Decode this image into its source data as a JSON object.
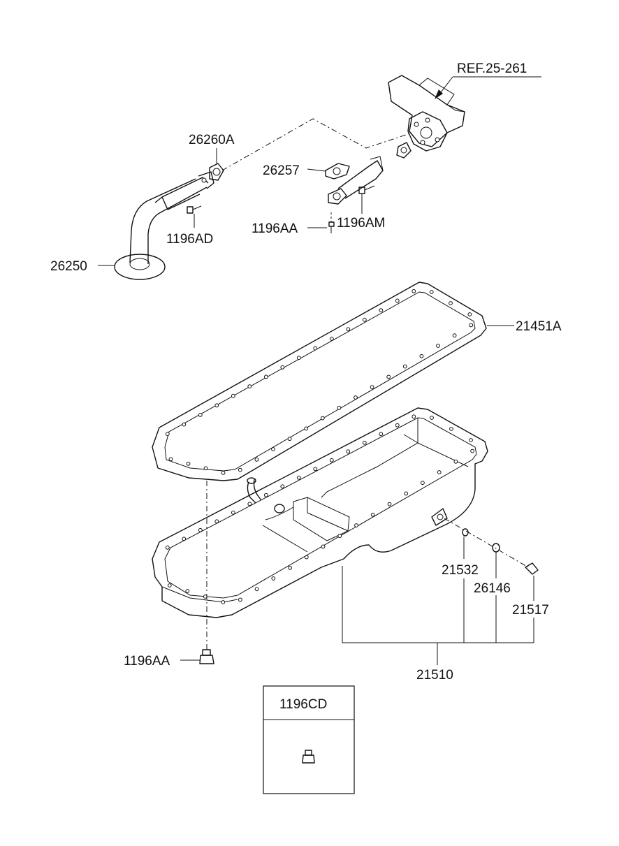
{
  "diagram": {
    "labels": {
      "ref": "REF.25-261",
      "p26260A": "26260A",
      "p26257": "26257",
      "p1196AD": "1196AD",
      "p1196AA_top": "1196AA",
      "p1196AM": "1196AM",
      "p26250": "26250",
      "p21451A": "21451A",
      "p21532": "21532",
      "p26146": "26146",
      "p21517": "21517",
      "p21510": "21510",
      "p1196AA_bottom": "1196AA",
      "p1196CD": "1196CD"
    }
  }
}
